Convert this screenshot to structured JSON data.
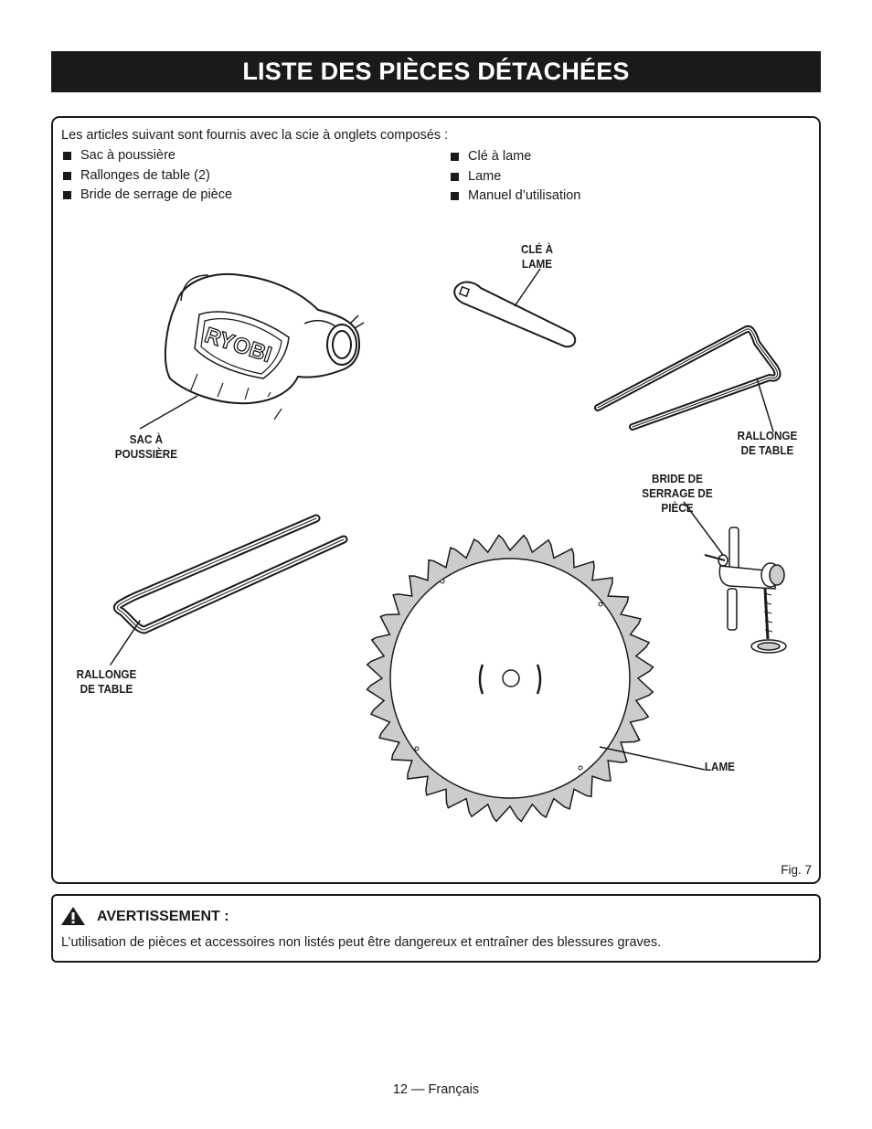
{
  "header": {
    "title": "LISTE DES PIÈCES DÉTACHÉES"
  },
  "parts": {
    "intro": "Les articles suivant sont fournis avec la scie à onglets composés :",
    "list_left": [
      "Sac à poussière",
      "Rallonges de table (2)",
      "Bride de serrage de pièce"
    ],
    "list_right": [
      "Clé à lame",
      "Lame",
      "Manuel d’utilisation"
    ]
  },
  "figure": {
    "brand_logo": "RYOBI",
    "labels": {
      "wrench_l1": "CLÉ À",
      "wrench_l2": "LAME",
      "bag_l1": "SAC À",
      "bag_l2": "POUSSIÈRE",
      "ext_right_l1": "RALLONGE",
      "ext_right_l2": "DE TABLE",
      "clamp_l1": "BRIDE DE",
      "clamp_l2": "SERRAGE DE",
      "clamp_l3": "PIÈCE",
      "ext_left_l1": "RALLONGE",
      "ext_left_l2": "DE TABLE",
      "blade": "LAME"
    },
    "number": "Fig. 7"
  },
  "warning": {
    "icon": "warning-triangle-icon",
    "title": "AVERTISSEMENT :",
    "text": "L’utilisation de pièces et accessoires non listés peut être dangereux et entraîner des blessures graves."
  },
  "footer": {
    "page": "12 — Français"
  }
}
